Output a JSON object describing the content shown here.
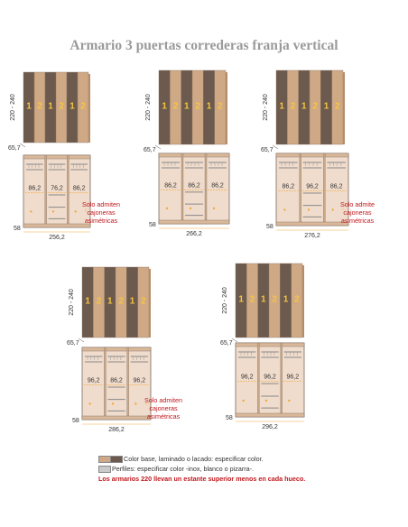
{
  "title": "Armario 3 puertas correderas franja vertical",
  "colors": {
    "base": "#cfa986",
    "band": "#6b5a4d",
    "shade": "#b68d6b",
    "profile": "#c9c9c9",
    "interior": "#f0dccc",
    "label_red": "#c0191e"
  },
  "wardrobes": [
    {
      "height_label": "220 - 240",
      "depth_label": "65,7",
      "door_numbers": [
        "1",
        "2",
        "1",
        "2",
        "1",
        "2"
      ],
      "hueco_widths": [
        "86,2",
        "76,2",
        "86,2"
      ],
      "bottom_depth": "58",
      "total_width": "256,2",
      "note": [
        "Solo admiten",
        "cajoneras",
        "asimétricas"
      ]
    },
    {
      "height_label": "220 - 240",
      "depth_label": "65,7",
      "door_numbers": [
        "1",
        "2",
        "1",
        "2",
        "1",
        "2"
      ],
      "hueco_widths": [
        "86,2",
        "86,2",
        "86,2"
      ],
      "bottom_depth": "58",
      "total_width": "266,2",
      "note": []
    },
    {
      "height_label": "220 - 240",
      "depth_label": "65,7",
      "door_numbers": [
        "1",
        "2",
        "1",
        "2",
        "1",
        "2"
      ],
      "hueco_widths": [
        "86,2",
        "96,2",
        "86,2"
      ],
      "bottom_depth": "58",
      "total_width": "276,2",
      "note": [
        "Solo admite",
        "cajoneras",
        "asimétricas"
      ]
    },
    {
      "height_label": "220 - 240",
      "depth_label": "65,7",
      "door_numbers": [
        "1",
        "2",
        "1",
        "2",
        "1",
        "2"
      ],
      "hueco_widths": [
        "96,2",
        "86,2",
        "96,2"
      ],
      "bottom_depth": "58",
      "total_width": "286,2",
      "note": [
        "Solo admiten",
        "cajoneras",
        "asimétricas"
      ]
    },
    {
      "height_label": "220 - 240",
      "depth_label": "65,7",
      "door_numbers": [
        "1",
        "2",
        "1",
        "2",
        "1",
        "2"
      ],
      "hueco_widths": [
        "96,2",
        "96,2",
        "96,2"
      ],
      "bottom_depth": "58",
      "total_width": "296,2",
      "note": []
    }
  ],
  "legend": {
    "item1": "Color base, laminado o lacado: especificar color.",
    "item2": "Perfiles: especificar color -inox, blanco o pizarra-.",
    "note": "Los armarios 220 llevan un estante superior menos en cada hueco."
  }
}
